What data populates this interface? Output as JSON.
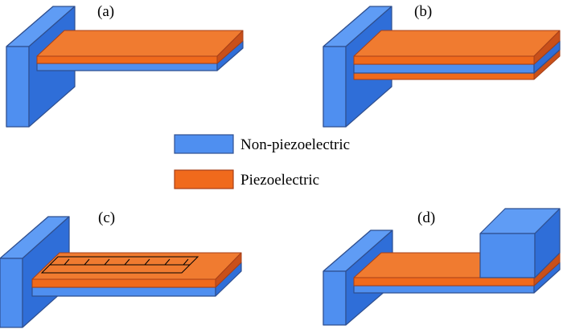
{
  "panels": [
    {
      "id": "a",
      "label": "(a)",
      "description_type": "unimorph"
    },
    {
      "id": "b",
      "label": "(b)",
      "description_type": "bimorph"
    },
    {
      "id": "c",
      "label": "(c)",
      "description_type": "interdigitated-electrode"
    },
    {
      "id": "d",
      "label": "(d)",
      "description_type": "tip-mass"
    }
  ],
  "legend": {
    "items": [
      {
        "label": "Non-piezoelectric",
        "color": "#4f8ff0"
      },
      {
        "label": "Piezoelectric",
        "color": "#f06a1c"
      }
    ]
  },
  "colors": {
    "blue_front": "#4f8ff0",
    "blue_top": "#5f9cf5",
    "blue_side": "#2f6ed8",
    "orange_front": "#f06a1c",
    "orange_top": "#f07b30",
    "orange_side": "#c9501a"
  }
}
